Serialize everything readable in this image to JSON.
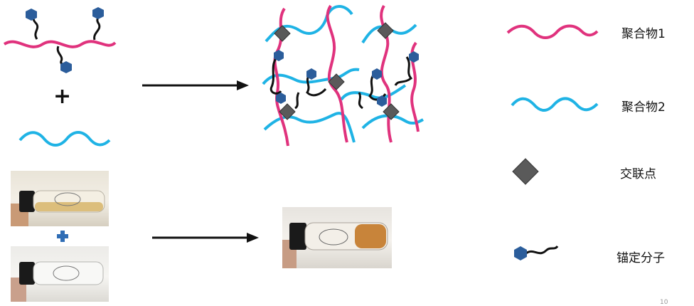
{
  "plus_sign": "+",
  "legend": {
    "polymer1": "聚合物1",
    "polymer2": "聚合物2",
    "crosslink": "交联点",
    "anchor": "锚定分子"
  },
  "colors": {
    "polymer1": "#e0327d",
    "polymer2": "#1fb3e5",
    "crosslink": "#5a5a5a",
    "anchor_head": "#2b5d9b",
    "anchor_tail": "#111111",
    "arrow": "#111111",
    "blue_plus": "#2f6db5"
  },
  "page_number": "10"
}
